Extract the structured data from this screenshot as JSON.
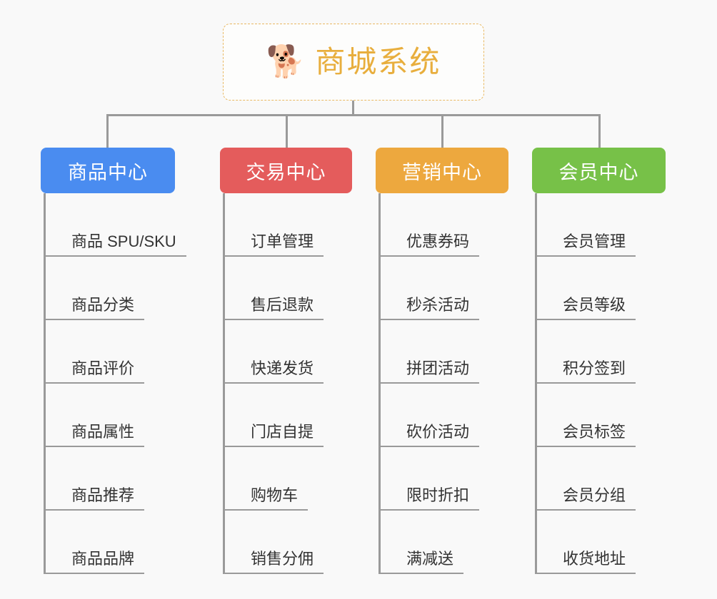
{
  "page": {
    "background_color": "#f9f9f9",
    "type": "mindmap"
  },
  "root": {
    "icon": "dog-face-icon",
    "icon_glyph": "🐕",
    "title": "商城系统",
    "title_color": "#e8ae3d",
    "border_color": "#e9b963",
    "border_style": "dashed"
  },
  "connector": {
    "color": "#9a9a9a"
  },
  "branches": [
    {
      "label": "商品中心",
      "color": "#4a8cf0",
      "items": [
        "商品 SPU/SKU",
        "商品分类",
        "商品评价",
        "商品属性",
        "商品推荐",
        "商品品牌"
      ]
    },
    {
      "label": "交易中心",
      "color": "#e45c5c",
      "items": [
        "订单管理",
        "售后退款",
        "快递发货",
        "门店自提",
        "购物车",
        "销售分佣"
      ]
    },
    {
      "label": "营销中心",
      "color": "#eda83e",
      "items": [
        "优惠券码",
        "秒杀活动",
        "拼团活动",
        "砍价活动",
        "限时折扣",
        "满减送"
      ]
    },
    {
      "label": "会员中心",
      "color": "#77c148",
      "items": [
        "会员管理",
        "会员等级",
        "积分签到",
        "会员标签",
        "会员分组",
        "收货地址"
      ]
    }
  ]
}
